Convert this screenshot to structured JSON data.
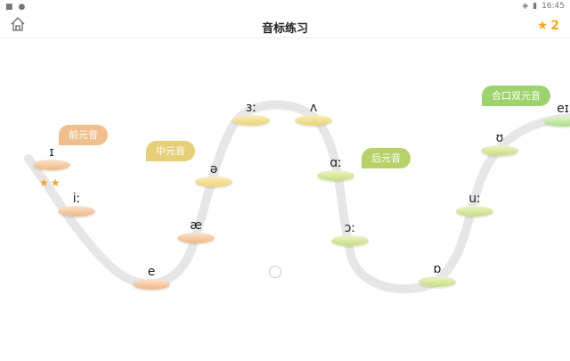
{
  "status_bar": {
    "time": "16:45"
  },
  "header": {
    "title": "音标练习",
    "star_count": "2"
  },
  "categories": [
    {
      "label": "前元音",
      "color": "#efbf8d"
    },
    {
      "label": "中元音",
      "color": "#e6cf78"
    },
    {
      "label": "后元音",
      "color": "#b8d26a"
    },
    {
      "label": "合口双元音",
      "color": "#9dd36e"
    }
  ],
  "phonemes": [
    {
      "symbol": "ɪ",
      "group": "front",
      "stars": 2
    },
    {
      "symbol": "iː",
      "group": "front"
    },
    {
      "symbol": "e",
      "group": "front"
    },
    {
      "symbol": "æ",
      "group": "front"
    },
    {
      "symbol": "ə",
      "group": "mid"
    },
    {
      "symbol": "ɜː",
      "group": "mid"
    },
    {
      "symbol": "ʌ",
      "group": "mid"
    },
    {
      "symbol": "ɑː",
      "group": "back"
    },
    {
      "symbol": "ɔː",
      "group": "back"
    },
    {
      "symbol": "ɒ",
      "group": "back"
    },
    {
      "symbol": "uː",
      "group": "back"
    },
    {
      "symbol": "ʊ",
      "group": "back"
    },
    {
      "symbol": "eɪ",
      "group": "diph"
    }
  ],
  "earned_stars": "★★"
}
